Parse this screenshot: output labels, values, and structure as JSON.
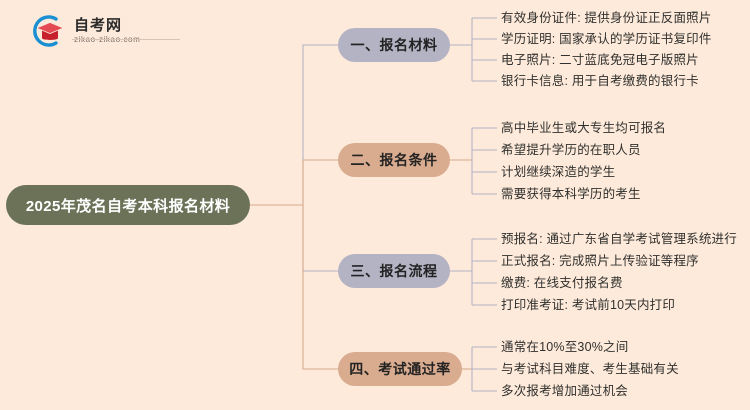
{
  "brand": {
    "name": "自考网",
    "domain": "zikao-zikao.com",
    "logo_icon": "graduation-cap-logo-icon"
  },
  "colors": {
    "background": "#fdeada",
    "root_node": "#6b7258",
    "branch_purple": "#b4b3c4",
    "branch_tan": "#d9ab8f",
    "wire_purple": "#b4b3c4",
    "wire_tan": "#d9ab8f",
    "text_dark": "#30302e",
    "text_light": "#ffffff"
  },
  "mindmap": {
    "root": "2025年茂名自考本科报名材料",
    "branches": [
      {
        "label": "一、报名材料",
        "color": "#b4b3c4",
        "leaves": [
          "有效身份证件: 提供身份证正反面照片",
          "学历证明: 国家承认的学历证书复印件",
          "电子照片: 二寸蓝底免冠电子版照片",
          "银行卡信息: 用于自考缴费的银行卡"
        ]
      },
      {
        "label": "二、报名条件",
        "color": "#d9ab8f",
        "leaves": [
          "高中毕业生或大专生均可报名",
          "希望提升学历的在职人员",
          "计划继续深造的学生",
          "需要获得本科学历的考生"
        ]
      },
      {
        "label": "三、报名流程",
        "color": "#b4b3c4",
        "leaves": [
          "预报名: 通过广东省自学考试管理系统进行",
          "正式报名: 完成照片上传验证等程序",
          "缴费: 在线支付报名费",
          "打印准考证: 考试前10天内打印"
        ]
      },
      {
        "label": "四、考试通过率",
        "color": "#d9ab8f",
        "leaves": [
          "通常在10%至30%之间",
          "与考试科目难度、考生基础有关",
          "多次报考增加通过机会"
        ]
      }
    ]
  }
}
